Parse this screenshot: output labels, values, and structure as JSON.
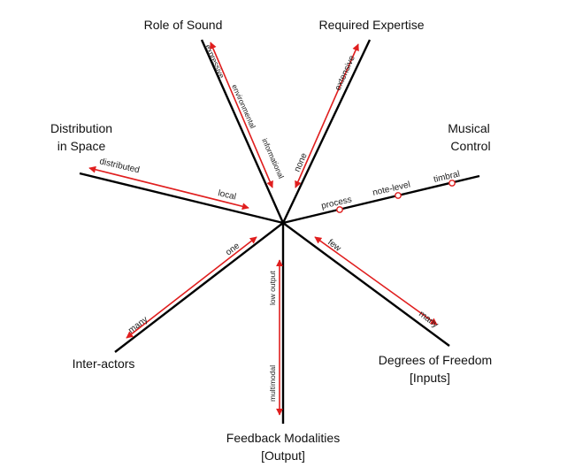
{
  "dimensions": {
    "role_of_sound": {
      "label": "Role of Sound",
      "ticks": [
        "expressive",
        "environmental",
        "informational"
      ]
    },
    "required_expertise": {
      "label": "Required Expertise",
      "ticks": [
        "none",
        "extensive"
      ]
    },
    "musical_control": {
      "label_line1": "Musical",
      "label_line2": "Control",
      "ticks": [
        "process",
        "note-level",
        "timbral"
      ]
    },
    "degrees_of_freedom": {
      "label_line1": "Degrees of Freedom",
      "label_line2": "[Inputs]",
      "ticks": [
        "few",
        "many"
      ]
    },
    "feedback_modalities": {
      "label_line1": "Feedback Modalities",
      "label_line2": "[Output]",
      "ticks": [
        "low output",
        "multimodal"
      ]
    },
    "inter_actors": {
      "label": "Inter-actors",
      "ticks": [
        "one",
        "many"
      ]
    },
    "distribution_in_space": {
      "label_line1": "Distribution",
      "label_line2": "in Space",
      "ticks": [
        "local",
        "distributed"
      ]
    }
  },
  "colors": {
    "axis": "#000000",
    "range": "#e01e1e",
    "background": "#ffffff"
  }
}
